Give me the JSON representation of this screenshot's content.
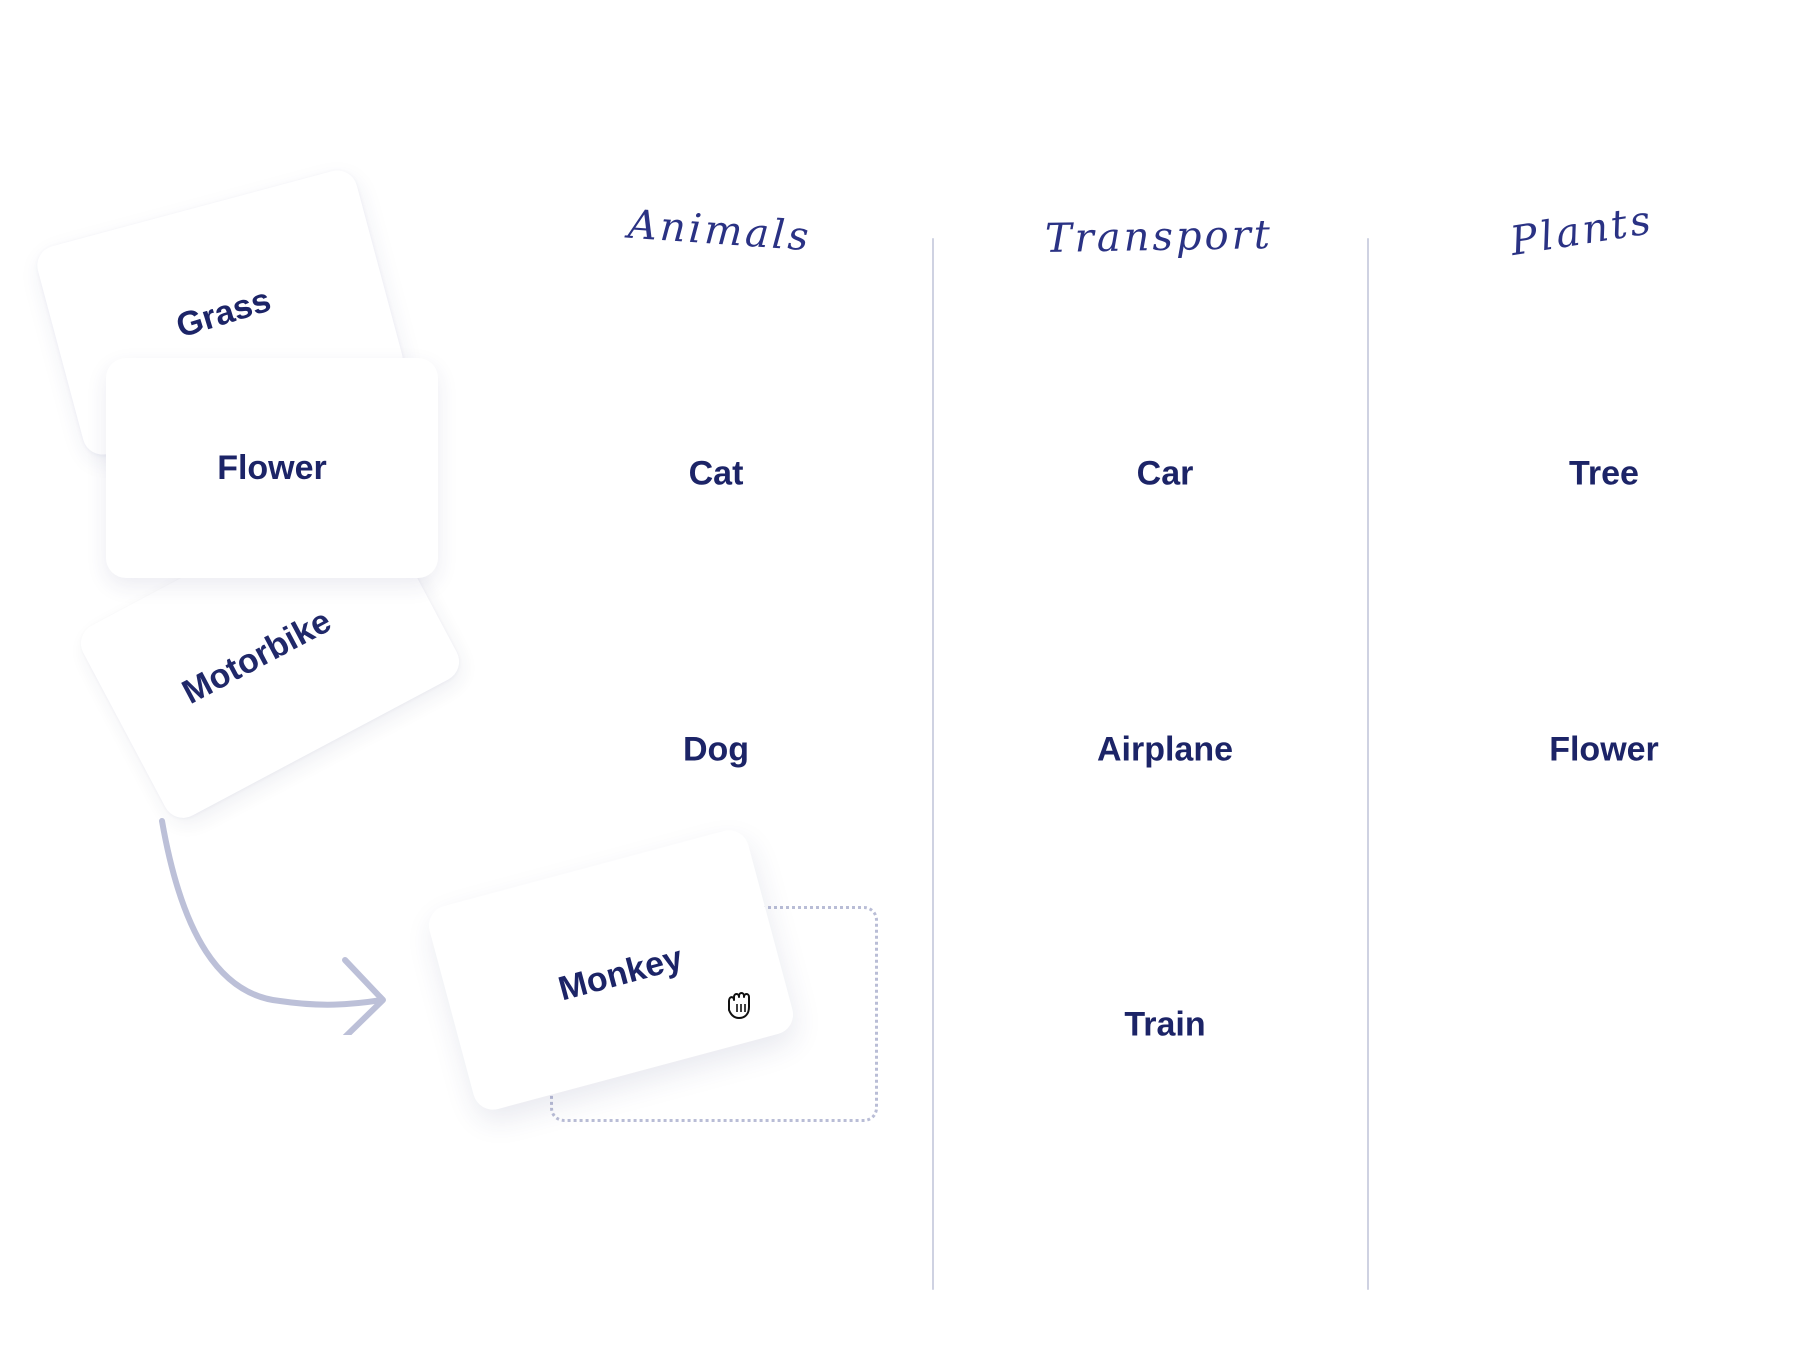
{
  "columns": [
    {
      "title": "Animals",
      "items": [
        "Cat",
        "Dog"
      ]
    },
    {
      "title": "Transport",
      "items": [
        "Car",
        "Airplane",
        "Train"
      ]
    },
    {
      "title": "Plants",
      "items": [
        "Tree",
        "Flower"
      ]
    }
  ],
  "loose_cards": {
    "grass": "Grass",
    "flower": "Flower",
    "motorbike": "Motorbike"
  },
  "dragged_card": "Monkey",
  "icons": {
    "cursor": "grab-hand-icon",
    "arrow": "curved-arrow-icon"
  },
  "colors": {
    "text": "#1c2467",
    "divider": "#cfd2e2",
    "dropzone": "#b9bdd6",
    "arrow": "#bcc0d8"
  }
}
